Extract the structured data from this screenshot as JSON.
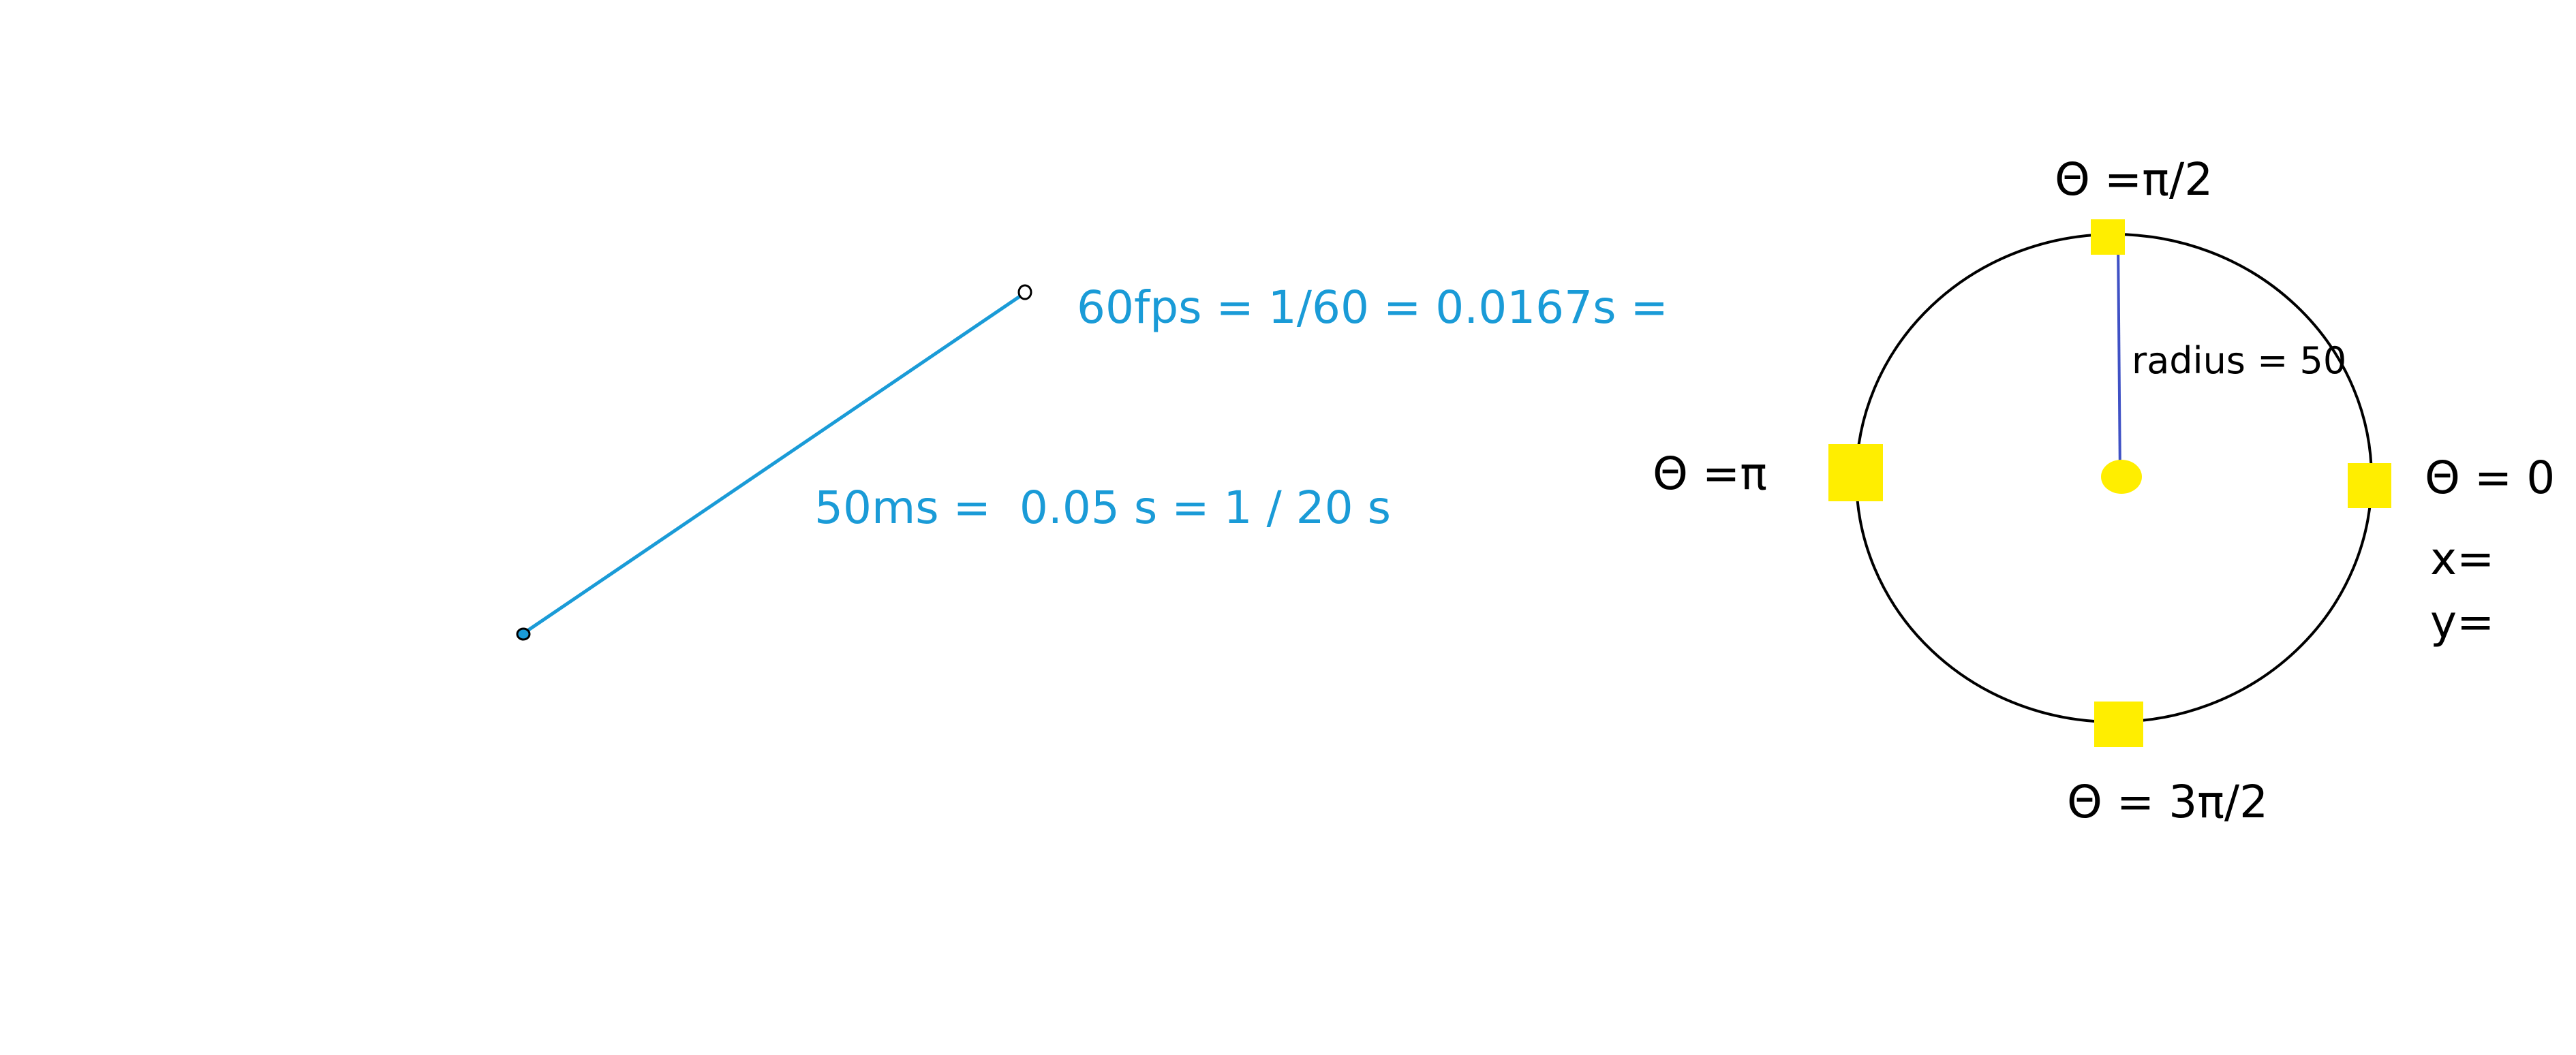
{
  "colors": {
    "background": "#ffffff",
    "line_blue": "#1a9bd7",
    "text_blue": "#1a9bd7",
    "radius_line": "#3f51c5",
    "marker_yellow": "#ffee00",
    "circle_stroke": "#000000",
    "text_black": "#000000"
  },
  "left_section": {
    "fps_equation": "60fps = 1/60 = 0.0167s =",
    "ms_equation": "50ms =  0.05 s = 1 / 20 s"
  },
  "circle_diagram": {
    "labels": {
      "theta_half_pi": "Θ =π/2",
      "theta_pi": "Θ =π",
      "theta_zero": "Θ = 0",
      "theta_three_half_pi": "Θ = 3π/2",
      "radius": "radius = 50",
      "x_eq": "x=",
      "y_eq": "y="
    }
  }
}
